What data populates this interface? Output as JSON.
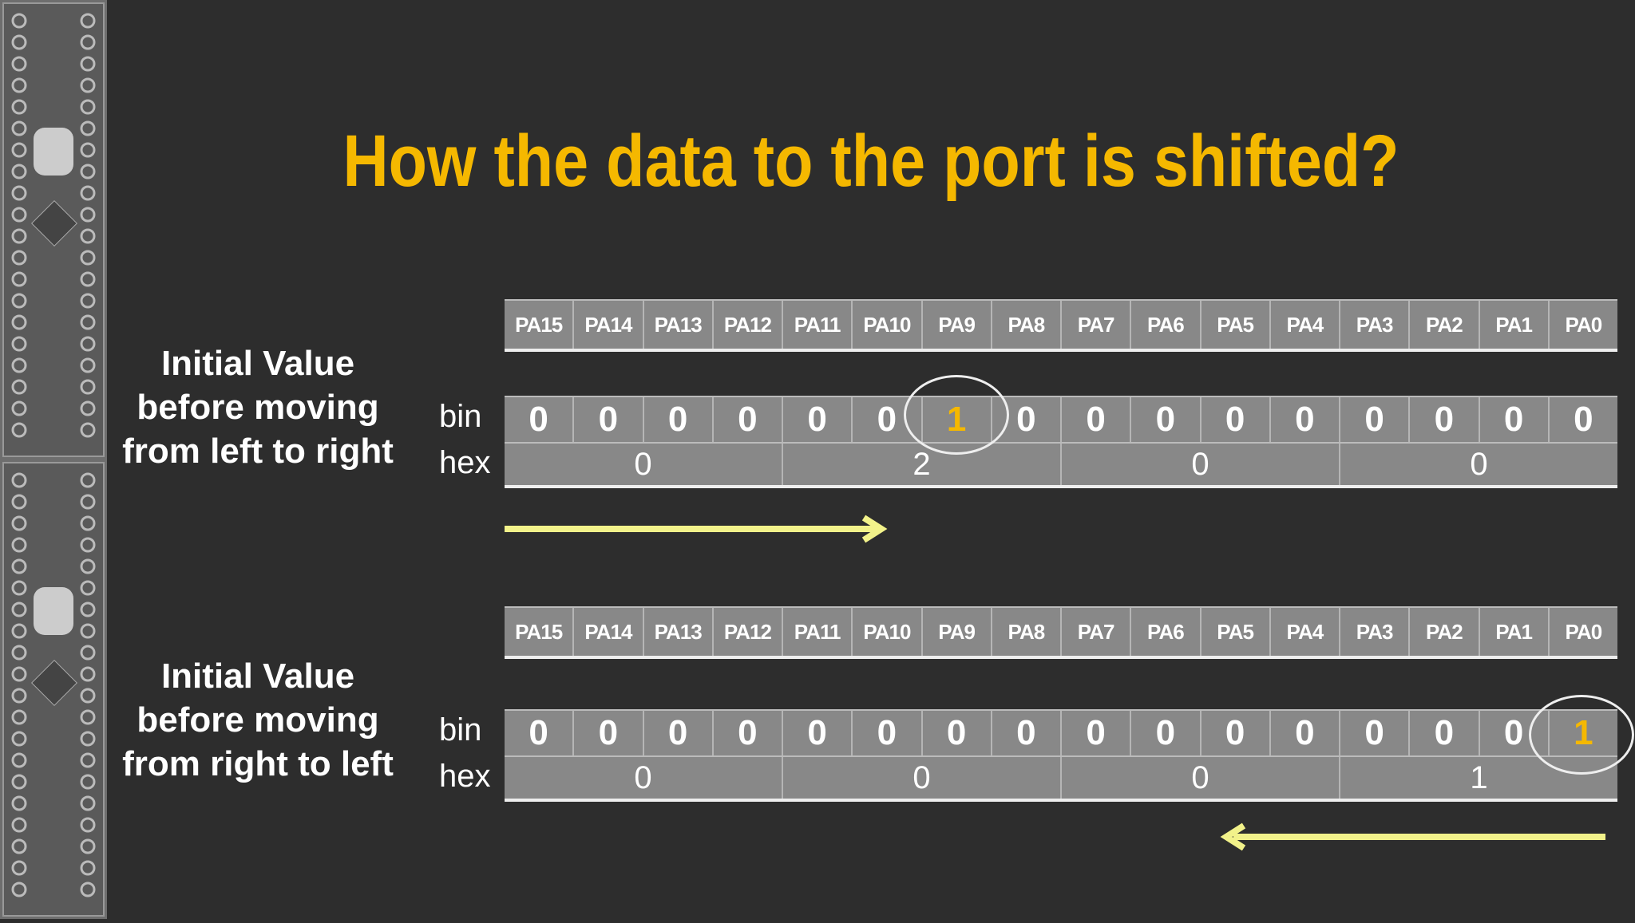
{
  "title": "How the data to the port is shifted?",
  "colors": {
    "title": "#f5b800",
    "highlight": "#f5b800",
    "arrow": "#f2f28a",
    "cell": "#888888",
    "background": "#2d2d2d"
  },
  "pins": [
    "PA15",
    "PA14",
    "PA13",
    "PA12",
    "PA11",
    "PA10",
    "PA9",
    "PA8",
    "PA7",
    "PA6",
    "PA5",
    "PA4",
    "PA3",
    "PA2",
    "PA1",
    "PA0"
  ],
  "labels": {
    "bin": "bin",
    "hex": "hex"
  },
  "panels": [
    {
      "caption": [
        "Initial Value",
        "before moving",
        "from left to right"
      ],
      "bin": [
        "0",
        "0",
        "0",
        "0",
        "0",
        "0",
        "1",
        "0",
        "0",
        "0",
        "0",
        "0",
        "0",
        "0",
        "0",
        "0"
      ],
      "hex": [
        "0",
        "2",
        "0",
        "0"
      ],
      "highlight_index": 6,
      "arrow_direction": "right"
    },
    {
      "caption": [
        "Initial Value",
        "before moving",
        "from right to left"
      ],
      "bin": [
        "0",
        "0",
        "0",
        "0",
        "0",
        "0",
        "0",
        "0",
        "0",
        "0",
        "0",
        "0",
        "0",
        "0",
        "0",
        "1"
      ],
      "hex": [
        "0",
        "0",
        "0",
        "1"
      ],
      "highlight_index": 15,
      "arrow_direction": "left"
    }
  ]
}
